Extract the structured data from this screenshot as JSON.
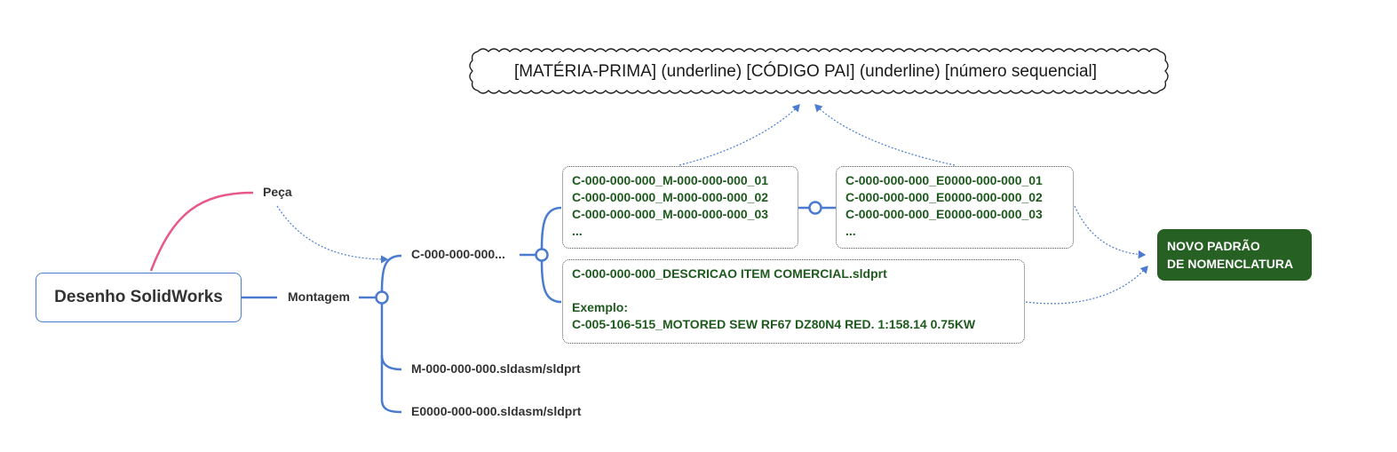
{
  "root": {
    "label": "Desenho SolidWorks"
  },
  "branches": {
    "peca": "Peça",
    "montagem": "Montagem"
  },
  "montagem_children": {
    "c000": "C-000-000-000...",
    "m000": "M-000-000-000.sldasm/sldprt",
    "e000": "E0000-000-000.sldasm/sldprt"
  },
  "box_m": {
    "lines": [
      "C-000-000-000_M-000-000-000_01",
      "C-000-000-000_M-000-000-000_02",
      "C-000-000-000_M-000-000-000_03",
      "..."
    ]
  },
  "box_e": {
    "lines": [
      "C-000-000-000_E0000-000-000_01",
      "C-000-000-000_E0000-000-000_02",
      "C-000-000-000_E0000-000-000_03",
      "..."
    ]
  },
  "box_desc": {
    "line1": "C-000-000-000_DESCRICAO ITEM COMERCIAL.sldprt",
    "line2": "",
    "line3": "Exemplo:",
    "line4": "C-005-106-515_MOTORED SEW RF67 DZ80N4 RED. 1:158.14 0.75KW"
  },
  "new_standard": {
    "line1": "NOVO PADRÃO",
    "line2": "DE NOMENCLATURA"
  },
  "formula": {
    "text": "[MATÉRIA-PRIMA] (underline) [CÓDIGO PAI] (underline) [número sequencial]"
  },
  "colors": {
    "blue": "#4a7bd1",
    "pink": "#e8578a",
    "green_text": "#1e5a1e",
    "green_fill": "#266022"
  }
}
